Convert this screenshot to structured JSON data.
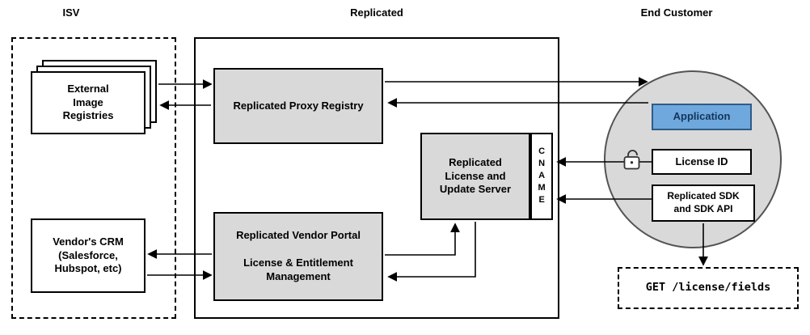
{
  "headers": {
    "isv": "ISV",
    "replicated": "Replicated",
    "end_customer": "End Customer"
  },
  "isv": {
    "external_image_registries": "External\nImage\nRegistries",
    "vendors_crm": "Vendor's CRM\n(Salesforce,\nHubspot, etc)"
  },
  "replicated": {
    "proxy_registry": "Replicated Proxy Registry",
    "license_update_server": "Replicated\nLicense and\nUpdate Server",
    "cname": "CNAME",
    "vendor_portal": "Replicated Vendor Portal\n\nLicense & Entitlement\nManagement"
  },
  "end_customer": {
    "application": "Application",
    "license_id": "License ID",
    "sdk": "Replicated SDK\nand SDK API",
    "api_request": "GET /license/fields"
  },
  "icons": {
    "license_lock": "open-padlock-icon"
  },
  "colors": {
    "box_gray": "#d9d9d9",
    "circle_fill": "#d9d9d9",
    "application_fill": "#6fa8dc",
    "application_border": "#2f5b88",
    "line": "#000000"
  },
  "connections": [
    {
      "from": "external-image-registries",
      "to": "replicated-proxy-registry",
      "bidirectional": true
    },
    {
      "from": "replicated-proxy-registry",
      "to": "application",
      "bidirectional": true
    },
    {
      "from": "license-id",
      "to": "cname",
      "bidirectional": false
    },
    {
      "from": "replicated-sdk",
      "to": "cname",
      "bidirectional": false
    },
    {
      "from": "vendors-crm",
      "to": "replicated-vendor-portal",
      "bidirectional": true
    },
    {
      "from": "replicated-vendor-portal",
      "to": "replicated-license-and-update-server",
      "bidirectional": true
    },
    {
      "from": "replicated-sdk",
      "to": "get-license-fields",
      "bidirectional": false
    }
  ]
}
